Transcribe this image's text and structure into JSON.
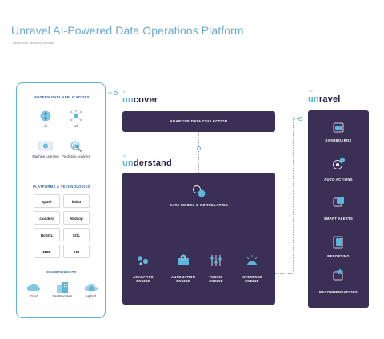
{
  "header": {
    "title": "Unravel AI-Powered Data Operations Platform",
    "subtitle": "Hover over sections for detail"
  },
  "left_panel": {
    "modern_apps": {
      "heading": "MODERN DATA APPLICATIONS",
      "items": [
        {
          "label": "AI",
          "icon": "brain-icon"
        },
        {
          "label": "IoT",
          "icon": "network-icon"
        },
        {
          "label": "Machine Learning",
          "icon": "gear-screen-icon"
        },
        {
          "label": "Predictive Analytics",
          "icon": "magnifier-chart-icon"
        }
      ]
    },
    "platforms": {
      "heading": "PLATFORMS & TECHNOLOGIES",
      "items": [
        "Spark",
        "kafka",
        "cloudera",
        "Hadoop",
        "NoSQL",
        "SQL",
        "MPP",
        "API"
      ]
    },
    "environments": {
      "heading": "ENVIRONMENTS",
      "items": [
        {
          "label": "Cloud",
          "icon": "cloud-icon"
        },
        {
          "label": "On-Premises",
          "icon": "buildings-icon"
        },
        {
          "label": "Hybrid",
          "icon": "cloud-house-icon"
        }
      ]
    }
  },
  "steps": {
    "uncover": {
      "num": "01",
      "title_a": "un",
      "title_b": "cover",
      "bar": "ADAPTIVE DATA COLLECTION"
    },
    "understand": {
      "num": "02",
      "title_a": "un",
      "title_b": "derstand",
      "core": "DATA MODEL & CORRELATION",
      "engines": [
        {
          "line1": "ANALYTICS",
          "line2": "ENGINE"
        },
        {
          "line1": "AUTOMATION",
          "line2": "ENGINE"
        },
        {
          "line1": "TUNING",
          "line2": "ENGINE"
        },
        {
          "line1": "INFERENCE",
          "line2": "ENGINE"
        }
      ]
    },
    "unravel": {
      "num": "03",
      "title_a": "un",
      "title_b": "ravel",
      "items": [
        "DASHBOARDS",
        "AUTO-ACTIONS",
        "SMART ALERTS",
        "REPORTING",
        "RECOMMENDATIONS"
      ]
    }
  },
  "colors": {
    "accent": "#5bb6d9",
    "panel": "#3b2f55",
    "heading": "#2e63a6"
  }
}
